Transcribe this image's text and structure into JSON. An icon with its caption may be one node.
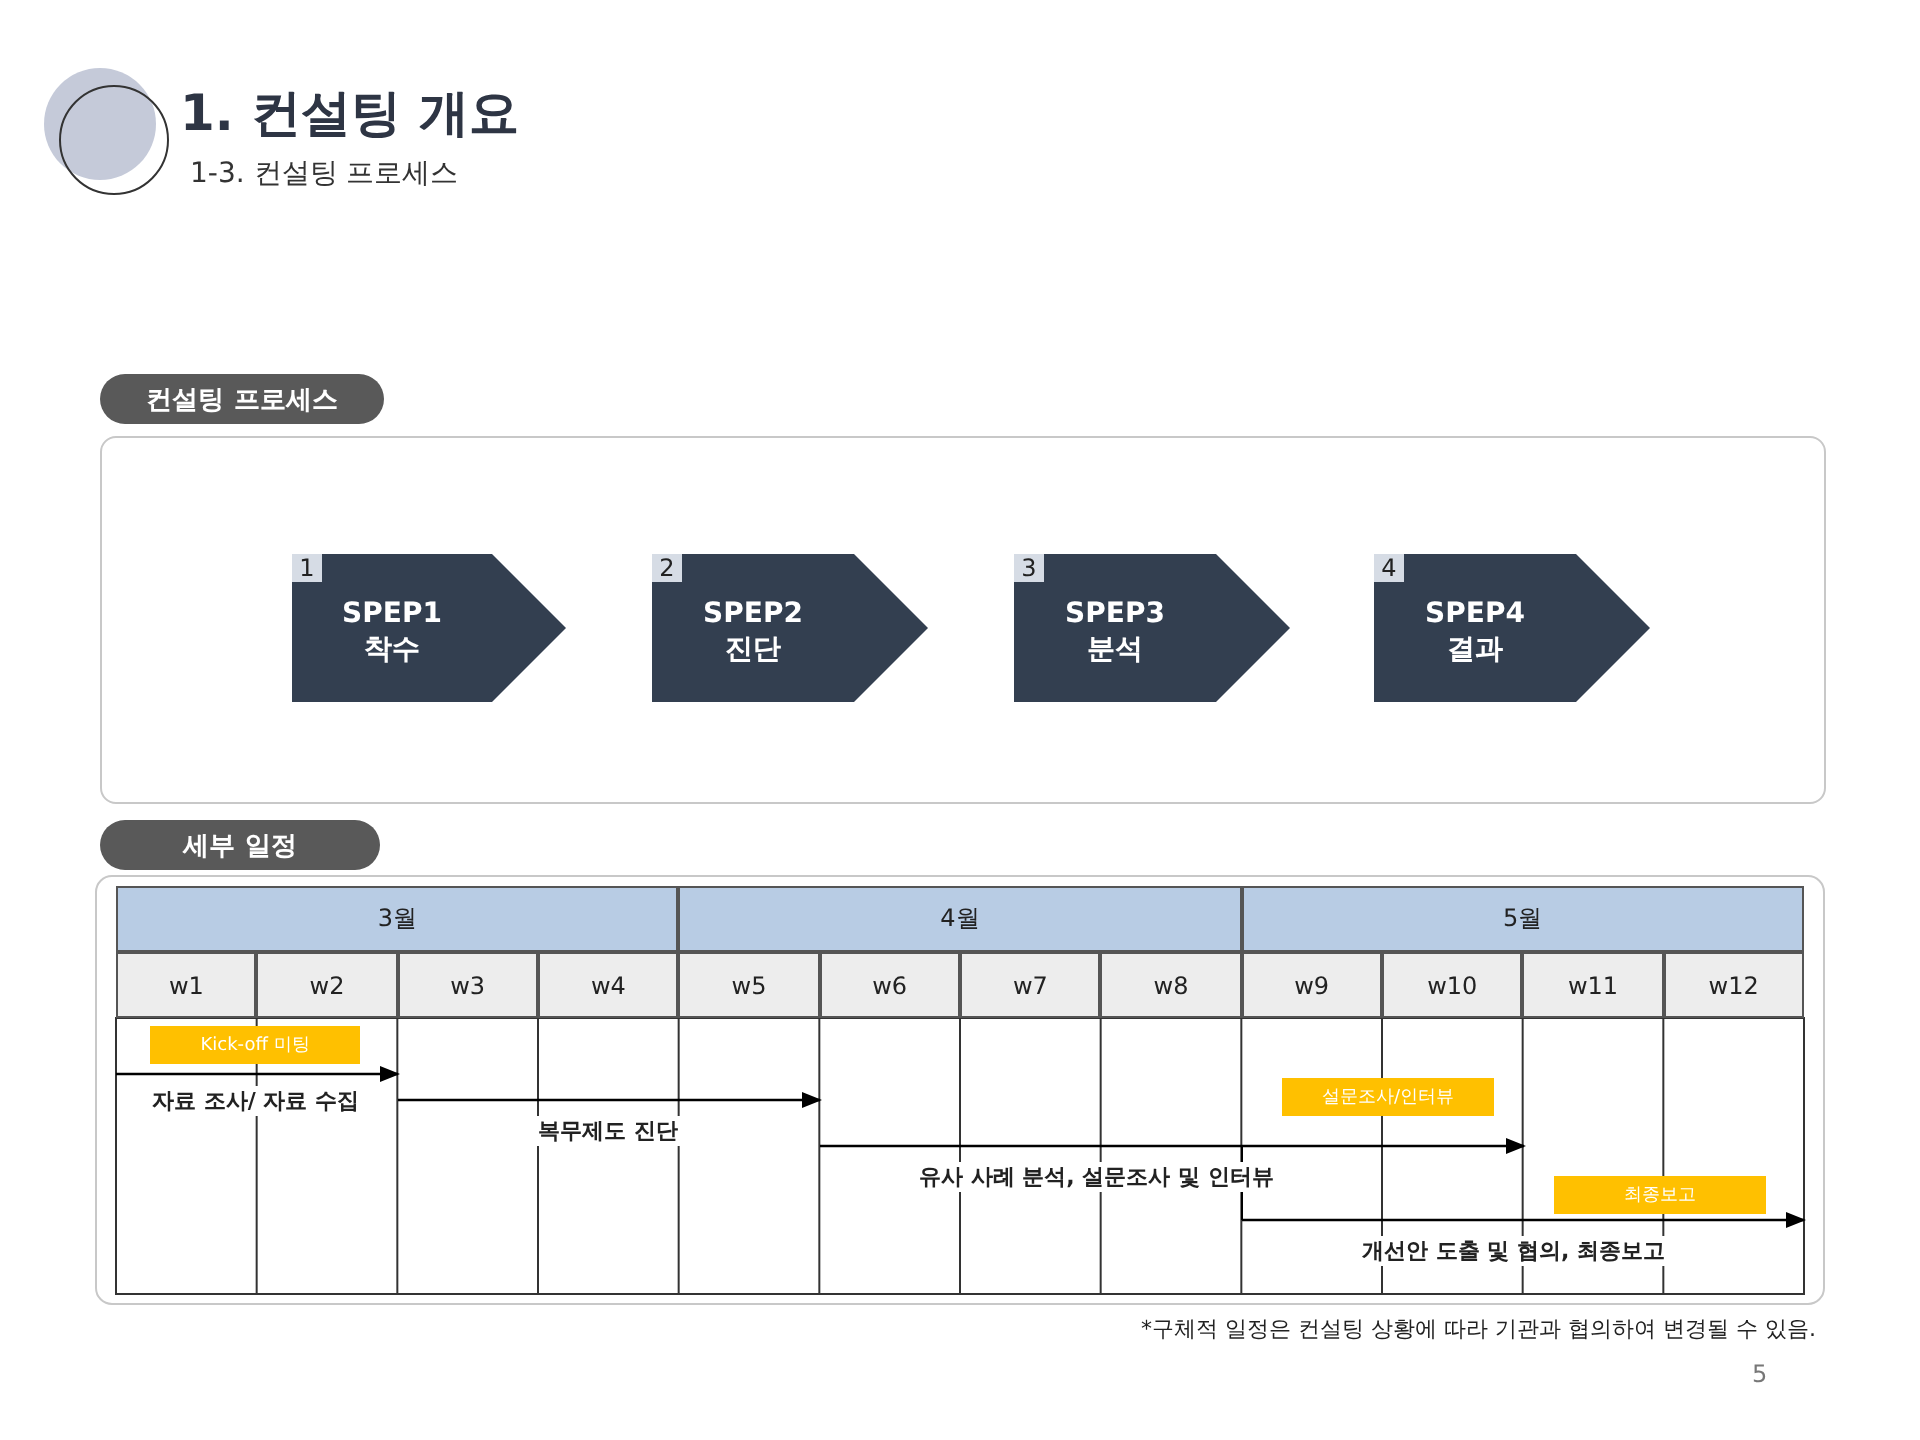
{
  "diagram": {
    "title": "1. 컨설팅 개요",
    "nodes": [
      {
        "text": [
          "컨설팅 프로세스"
        ]
      },
      {
        "text": [],
        "shape": "box"
      },
      {
        "text": [
          "1",
          "SPEP1 착수"
        ],
        "in": 1
      },
      {
        "text": [
          "2",
          "SPEP2 진단"
        ],
        "in": 1
      },
      {
        "text": [
          "3",
          "SPEP3 분석"
        ],
        "in": 1
      },
      {
        "text": [
          "4",
          "SPEP4 결과"
        ],
        "in": 1
      },
      {
        "text": [
          "세부 일정"
        ]
      },
      {
        "text": [
          "Kick-off 미팅"
        ]
      },
      {
        "text": [
          "설문조사/인터뷰"
        ]
      },
      {
        "text": [
          "최종보고"
        ]
      }
    ],
    "edges": [],
    "labels": [
      "1-3. 컨설팅 프로세스",
      "3월",
      "4월",
      "5월",
      "w1",
      "w2",
      "w3",
      "w4",
      "w5",
      "w6",
      "w7",
      "w8",
      "w9",
      "w10",
      "w11",
      "w12",
      "자료 조사/ 자료 수집",
      "복무제도 진단",
      "유사 사례 분석, 설문조사 및 인터뷰",
      "개선안 도출 및 협의, 최종보고",
      "*구체적 일정은 컨설팅 상황에 따라 기관과 협의하여 변경될 수 있음.",
      "5"
    ]
  }
}
